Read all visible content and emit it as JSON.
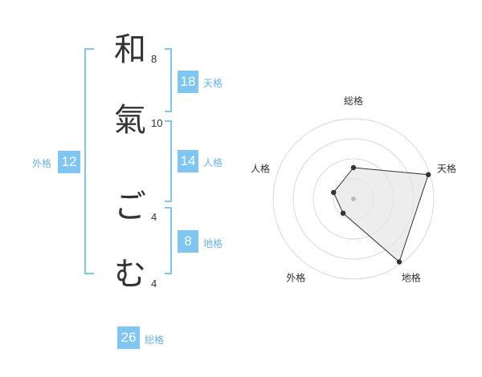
{
  "name": {
    "chars": [
      {
        "char": "和",
        "strokes": "8"
      },
      {
        "char": "氣",
        "strokes": "10"
      },
      {
        "char": "ご",
        "strokes": "4"
      },
      {
        "char": "む",
        "strokes": "4"
      }
    ]
  },
  "scores": {
    "tenkaku": {
      "value": "18",
      "label": "天格"
    },
    "jinkaku": {
      "value": "14",
      "label": "人格"
    },
    "chikaku": {
      "value": "8",
      "label": "地格"
    },
    "gaikaku": {
      "value": "12",
      "label": "外格"
    },
    "soukaku": {
      "value": "26",
      "label": "総格"
    }
  },
  "colors": {
    "accent": "#7fc6f2",
    "label": "#66b3e8",
    "ring": "#d9d9d9",
    "fill": "#e6e6e6",
    "line": "#333333"
  },
  "chart_data": {
    "type": "radar",
    "axes": [
      "総格",
      "天格",
      "地格",
      "外格",
      "人格"
    ],
    "values": [
      0.39,
      0.98,
      0.97,
      0.22,
      0.26
    ],
    "rmax": 1,
    "rings": 4,
    "grid": true
  }
}
